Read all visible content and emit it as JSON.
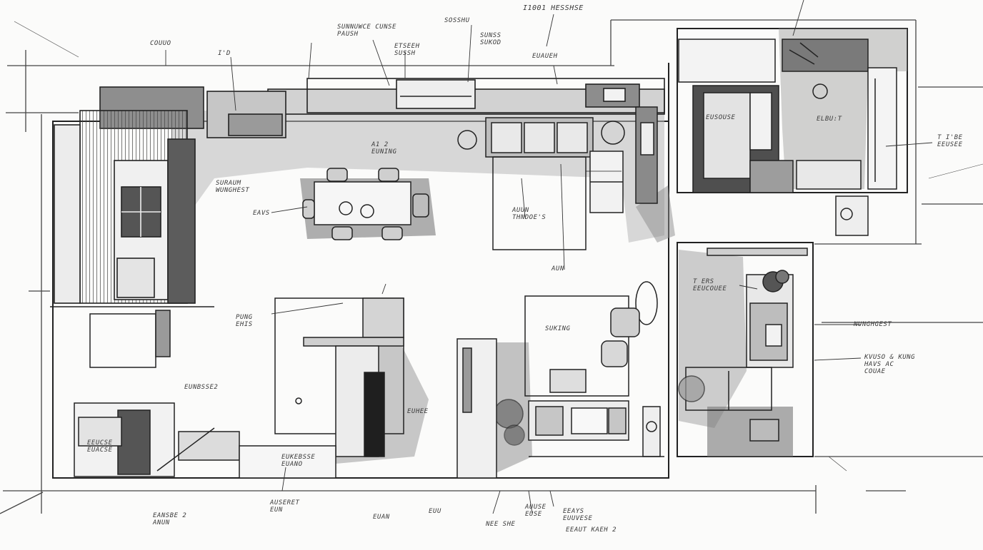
{
  "colors": {
    "ink": "#2b2b2b",
    "wash_dark": "#6e6e6e",
    "wash_mid": "#a5a5a5",
    "wash_light": "#d6d6d6",
    "paper": "#fbfbfa"
  },
  "annotations": {
    "top_1": "COUUO",
    "top_2": "I'D",
    "top_3": "SUNNUWCE CUNSE\nPAUSH",
    "top_4": "SOSSHU",
    "top_5": "ETSEEH\nSUSSH",
    "top_6": "SUNSS\nSUKOD",
    "top_7": "I1001 HESSHSE",
    "top_8": "EUAUEH",
    "dining_1": "A1 2\nEUNING",
    "dining_2": "SURAUM\nWUNGHEST",
    "dining_3": "EAVS",
    "bed_1": "AUUN\nTHNDOE'S",
    "bed_2": "AUN",
    "right_1": "ELBU:T",
    "right_2": "EUSOUSE",
    "right_3": "T ERS\nEEUCOUEE",
    "right_4": "NUNGHGEST",
    "right_5": "KVUSO & KUNG\nHAVS AC\nCOUAE",
    "mid_1": "PUNG\nEHIS",
    "mid_2": "SUKING",
    "mid_3": "EUHEE",
    "low_1": "EUNBSSE2",
    "low_2": "EUKEBSSE\nEUANO",
    "low_3": "EEUCSE\nEUACSE",
    "bot_1": "EANSBE 2\nANUN",
    "bot_2": "AUSERET\nEUN",
    "bot_3": "EUAN",
    "bot_4": "EUU",
    "bot_5": "NEE SHE",
    "bot_6": "AUUSE\nEUSE",
    "bot_7": "EEAYS\nEUUVESE",
    "bot_8": "EEAUT KAEH 2",
    "edge_r": "T I'BE\nEEUSEE"
  }
}
